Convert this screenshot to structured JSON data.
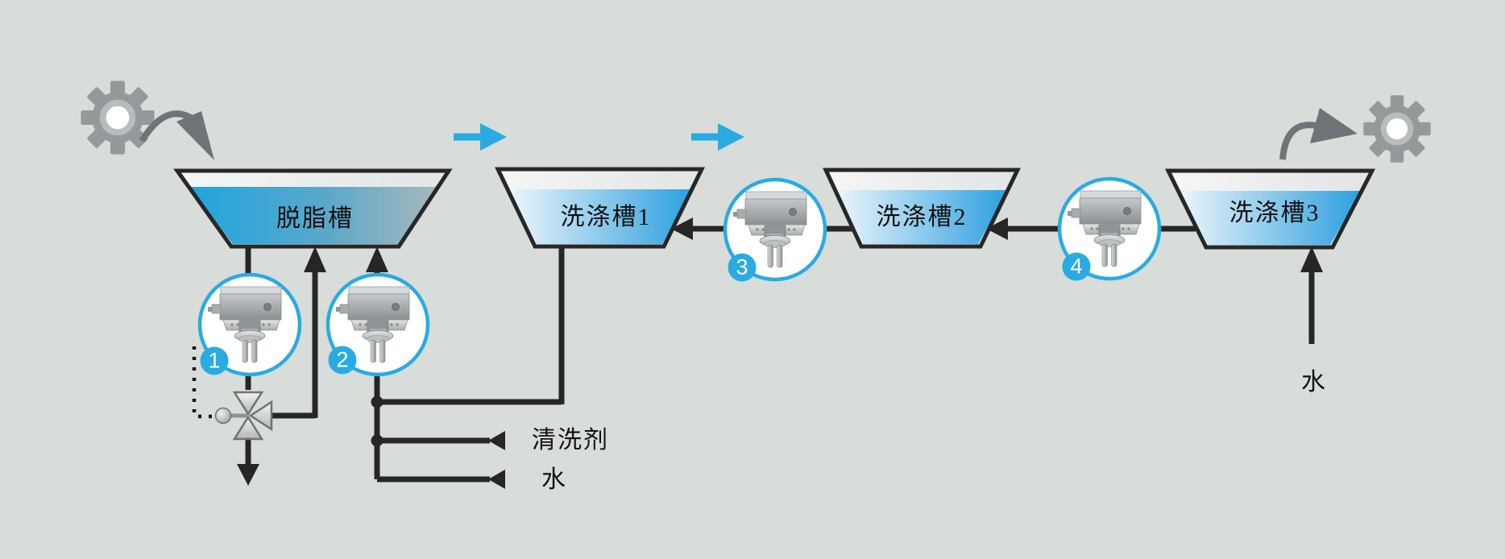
{
  "colors": {
    "background": "#d8ddd9",
    "accent_cyan": "#29abe2",
    "pipe_black": "#262626",
    "icon_gray": "#6e7477",
    "tank1_liquid_left": "#1fa6e0",
    "tank1_liquid_right": "#a9b8bd",
    "wash_liquid_left": "#ecf5fa",
    "wash_liquid_right": "#2c9fdf"
  },
  "diagram": {
    "tanks": [
      {
        "label": "脱脂槽"
      },
      {
        "label": "洗涤槽1"
      },
      {
        "label": "洗涤槽2"
      },
      {
        "label": "洗涤槽3"
      }
    ],
    "sensors": [
      {
        "number": "1"
      },
      {
        "number": "2"
      },
      {
        "number": "3"
      },
      {
        "number": "4"
      }
    ],
    "supplies": {
      "cleaner_label": "清洗剂",
      "water_label": "水"
    },
    "water_inlet_label": "水"
  }
}
